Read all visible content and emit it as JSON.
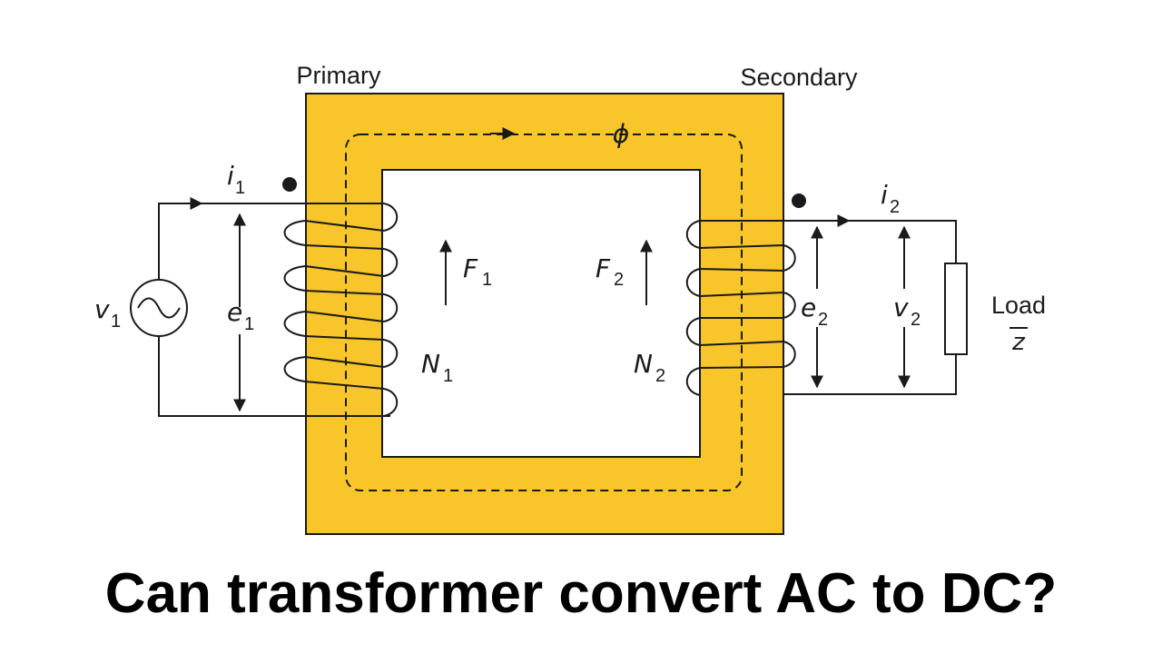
{
  "diagram": {
    "core_color": "#F8C62A",
    "ink_color": "#1a1a1a",
    "labels": {
      "primary": "Primary",
      "secondary": "Secondary",
      "flux": "ϕ",
      "i1": "i",
      "i1_sub": "1",
      "i2": "i",
      "i2_sub": "2",
      "v1": "v",
      "v1_sub": "1",
      "e1": "e",
      "e1_sub": "1",
      "e2": "e",
      "e2_sub": "2",
      "v2": "v",
      "v2_sub": "2",
      "F1": "F",
      "F1_sub": "1",
      "F2": "F",
      "F2_sub": "2",
      "N1": "N",
      "N1_sub": "1",
      "N2": "N",
      "N2_sub": "2",
      "load": "Load",
      "load_symbol": "z"
    }
  },
  "headline": "Can transformer convert AC to DC?"
}
